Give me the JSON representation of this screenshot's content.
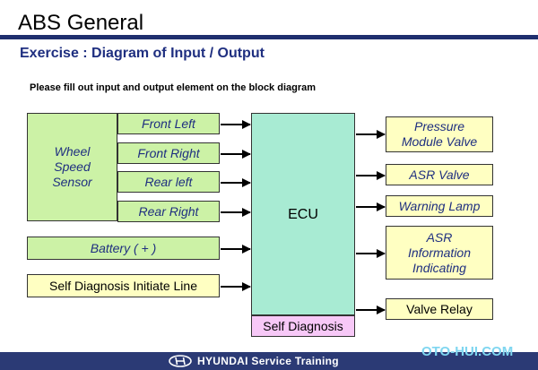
{
  "header": {
    "title": "ABS General",
    "subtitle": "Exercise : Diagram of Input / Output",
    "instruction": "Please fill  out input and output element on the block diagram"
  },
  "inputs": {
    "wheel_speed_sensor": "Wheel Speed Sensor",
    "front_left": "Front Left",
    "front_right": "Front Right",
    "rear_left": "Rear left",
    "rear_right": "Rear Right",
    "battery": "Battery ( + )",
    "self_diag_line": "Self Diagnosis  Initiate Line"
  },
  "ecu": {
    "label": "ECU",
    "self_diagnosis": "Self Diagnosis"
  },
  "outputs": {
    "pressure_module_valve": "Pressure Module Valve",
    "asr_valve": "ASR Valve",
    "warning_lamp": "Warning Lamp",
    "asr_information": "ASR Information Indicating",
    "valve_relay": "Valve Relay"
  },
  "footer": {
    "brand": "HYUNDAI Service  Training",
    "watermark": "OTO-HUI.COM"
  },
  "colors": {
    "green_box": "#ccf2a6",
    "yellow_box": "#ffffc2",
    "ecu_box": "#a8ebd3",
    "pink_box": "#f7c8f7",
    "navy": "#1f2f6e"
  }
}
